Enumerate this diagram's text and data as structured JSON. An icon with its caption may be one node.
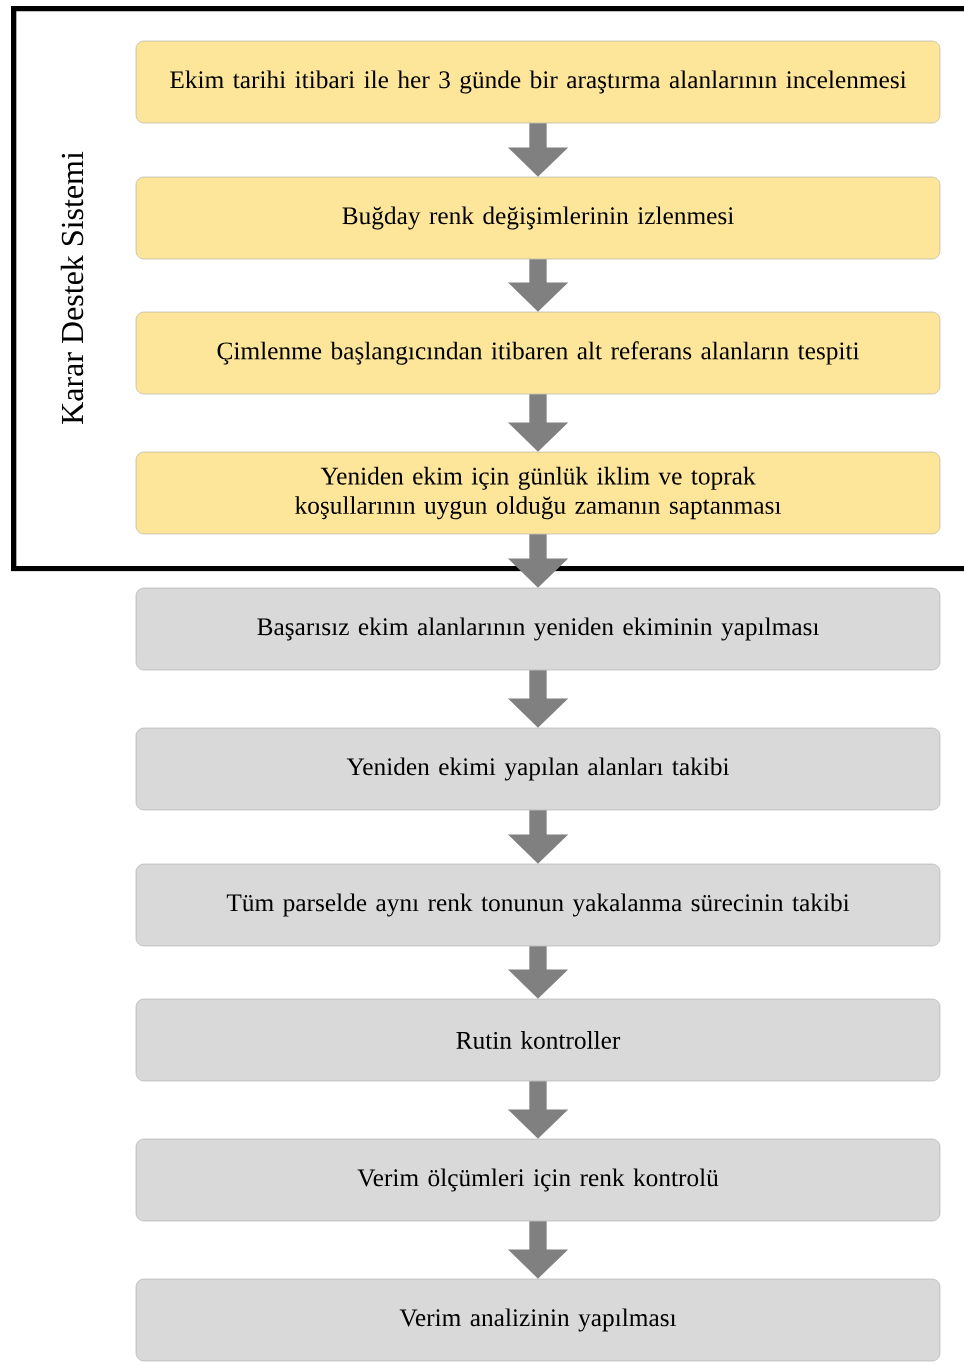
{
  "diagram": {
    "nodes": [
      {
        "text": [
          "Karar Destek Sistemi"
        ]
      },
      {
        "text": [
          "Ekim tarihi itibari ile her 3 günde bir araştırma alanlarının incelenmesi"
        ],
        "in": 0
      },
      {
        "text": [
          "Buğday renk değişimlerinin izlenmesi"
        ],
        "in": 0
      },
      {
        "text": [
          "Çimlenme başlangıcından itibaren alt referans alanların tespiti"
        ],
        "in": 0
      },
      {
        "text": [
          "Yeniden ekim için günlük iklim ve toprak koşullarının uygun olduğu zamanın saptanması"
        ],
        "in": 0
      },
      {
        "text": [
          "Başarısız ekim alanlarının yeniden ekiminin yapılması"
        ]
      },
      {
        "text": [
          "Yeniden ekimi yapılan alanları takibi"
        ]
      },
      {
        "text": [
          "Tüm parselde aynı renk tonunun yakalanma sürecinin takibi"
        ]
      },
      {
        "text": [
          "Rutin kontroller"
        ]
      },
      {
        "text": [
          "Verim ölçümleri için renk kontrolü"
        ]
      },
      {
        "text": [
          "Verim analizinin yapılması"
        ]
      }
    ],
    "edges": [
      {
        "from": 1,
        "to": 2,
        "arrow": "to"
      },
      {
        "from": 2,
        "to": 3,
        "arrow": "to"
      },
      {
        "from": 3,
        "to": 4,
        "arrow": "to"
      },
      {
        "from": 4,
        "to": 5,
        "arrow": "to"
      },
      {
        "from": 5,
        "to": 6,
        "arrow": "to"
      },
      {
        "from": 6,
        "to": 7,
        "arrow": "to"
      },
      {
        "from": 7,
        "to": 8,
        "arrow": "to"
      },
      {
        "from": 8,
        "to": 9,
        "arrow": "to"
      },
      {
        "from": 9,
        "to": 10,
        "arrow": "to"
      }
    ]
  }
}
